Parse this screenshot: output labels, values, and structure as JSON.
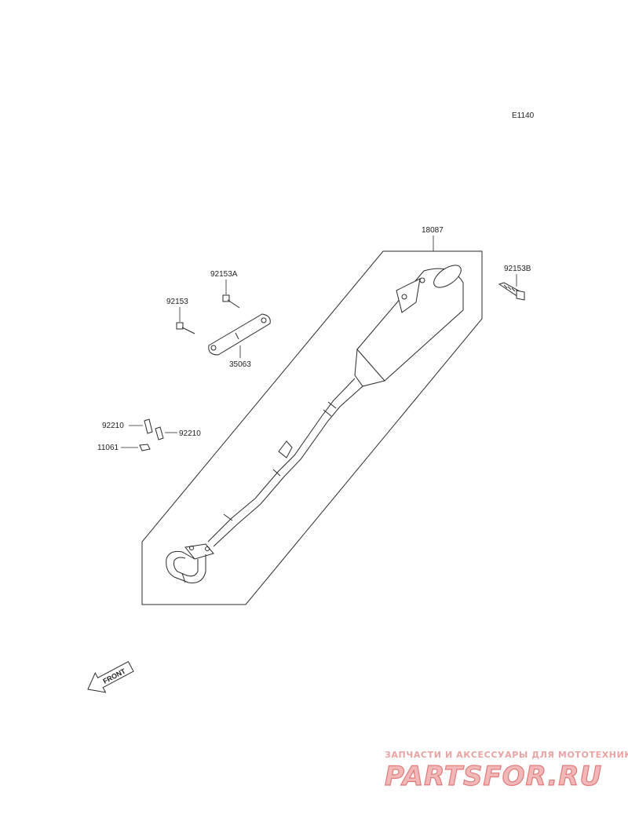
{
  "diagram_code": "E1140",
  "labels": {
    "muffler": "18087",
    "bolt_a": "92153A",
    "bolt_b": "92153B",
    "bolt": "92153",
    "bracket": "35063",
    "gasket_left": "92210",
    "gasket_right": "92210",
    "gasket_small": "11061"
  },
  "front_arrow": "FRONT",
  "watermark": {
    "tagline": "ЗАПЧАСТИ И АКСЕССУАРЫ ДЛЯ МОТОТЕХНИКИ",
    "logo": "PARTSFOR.RU"
  }
}
